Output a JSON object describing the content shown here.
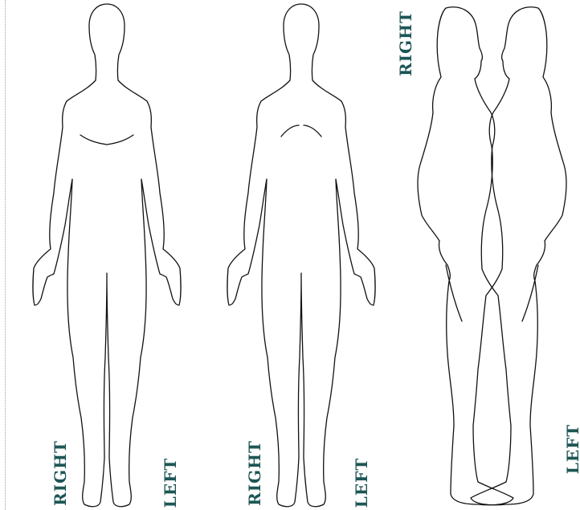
{
  "colors": {
    "label": "#1d5655",
    "outline": "#111111",
    "background": "#ffffff"
  },
  "figures": [
    {
      "view": "back",
      "labels": {
        "left_side": "RIGHT",
        "right_side": "LEFT"
      }
    },
    {
      "view": "front",
      "labels": {
        "left_side": "RIGHT",
        "right_side": "LEFT"
      }
    },
    {
      "view": "side-right",
      "label": "RIGHT"
    },
    {
      "view": "side-left",
      "label": "LEFT"
    }
  ]
}
